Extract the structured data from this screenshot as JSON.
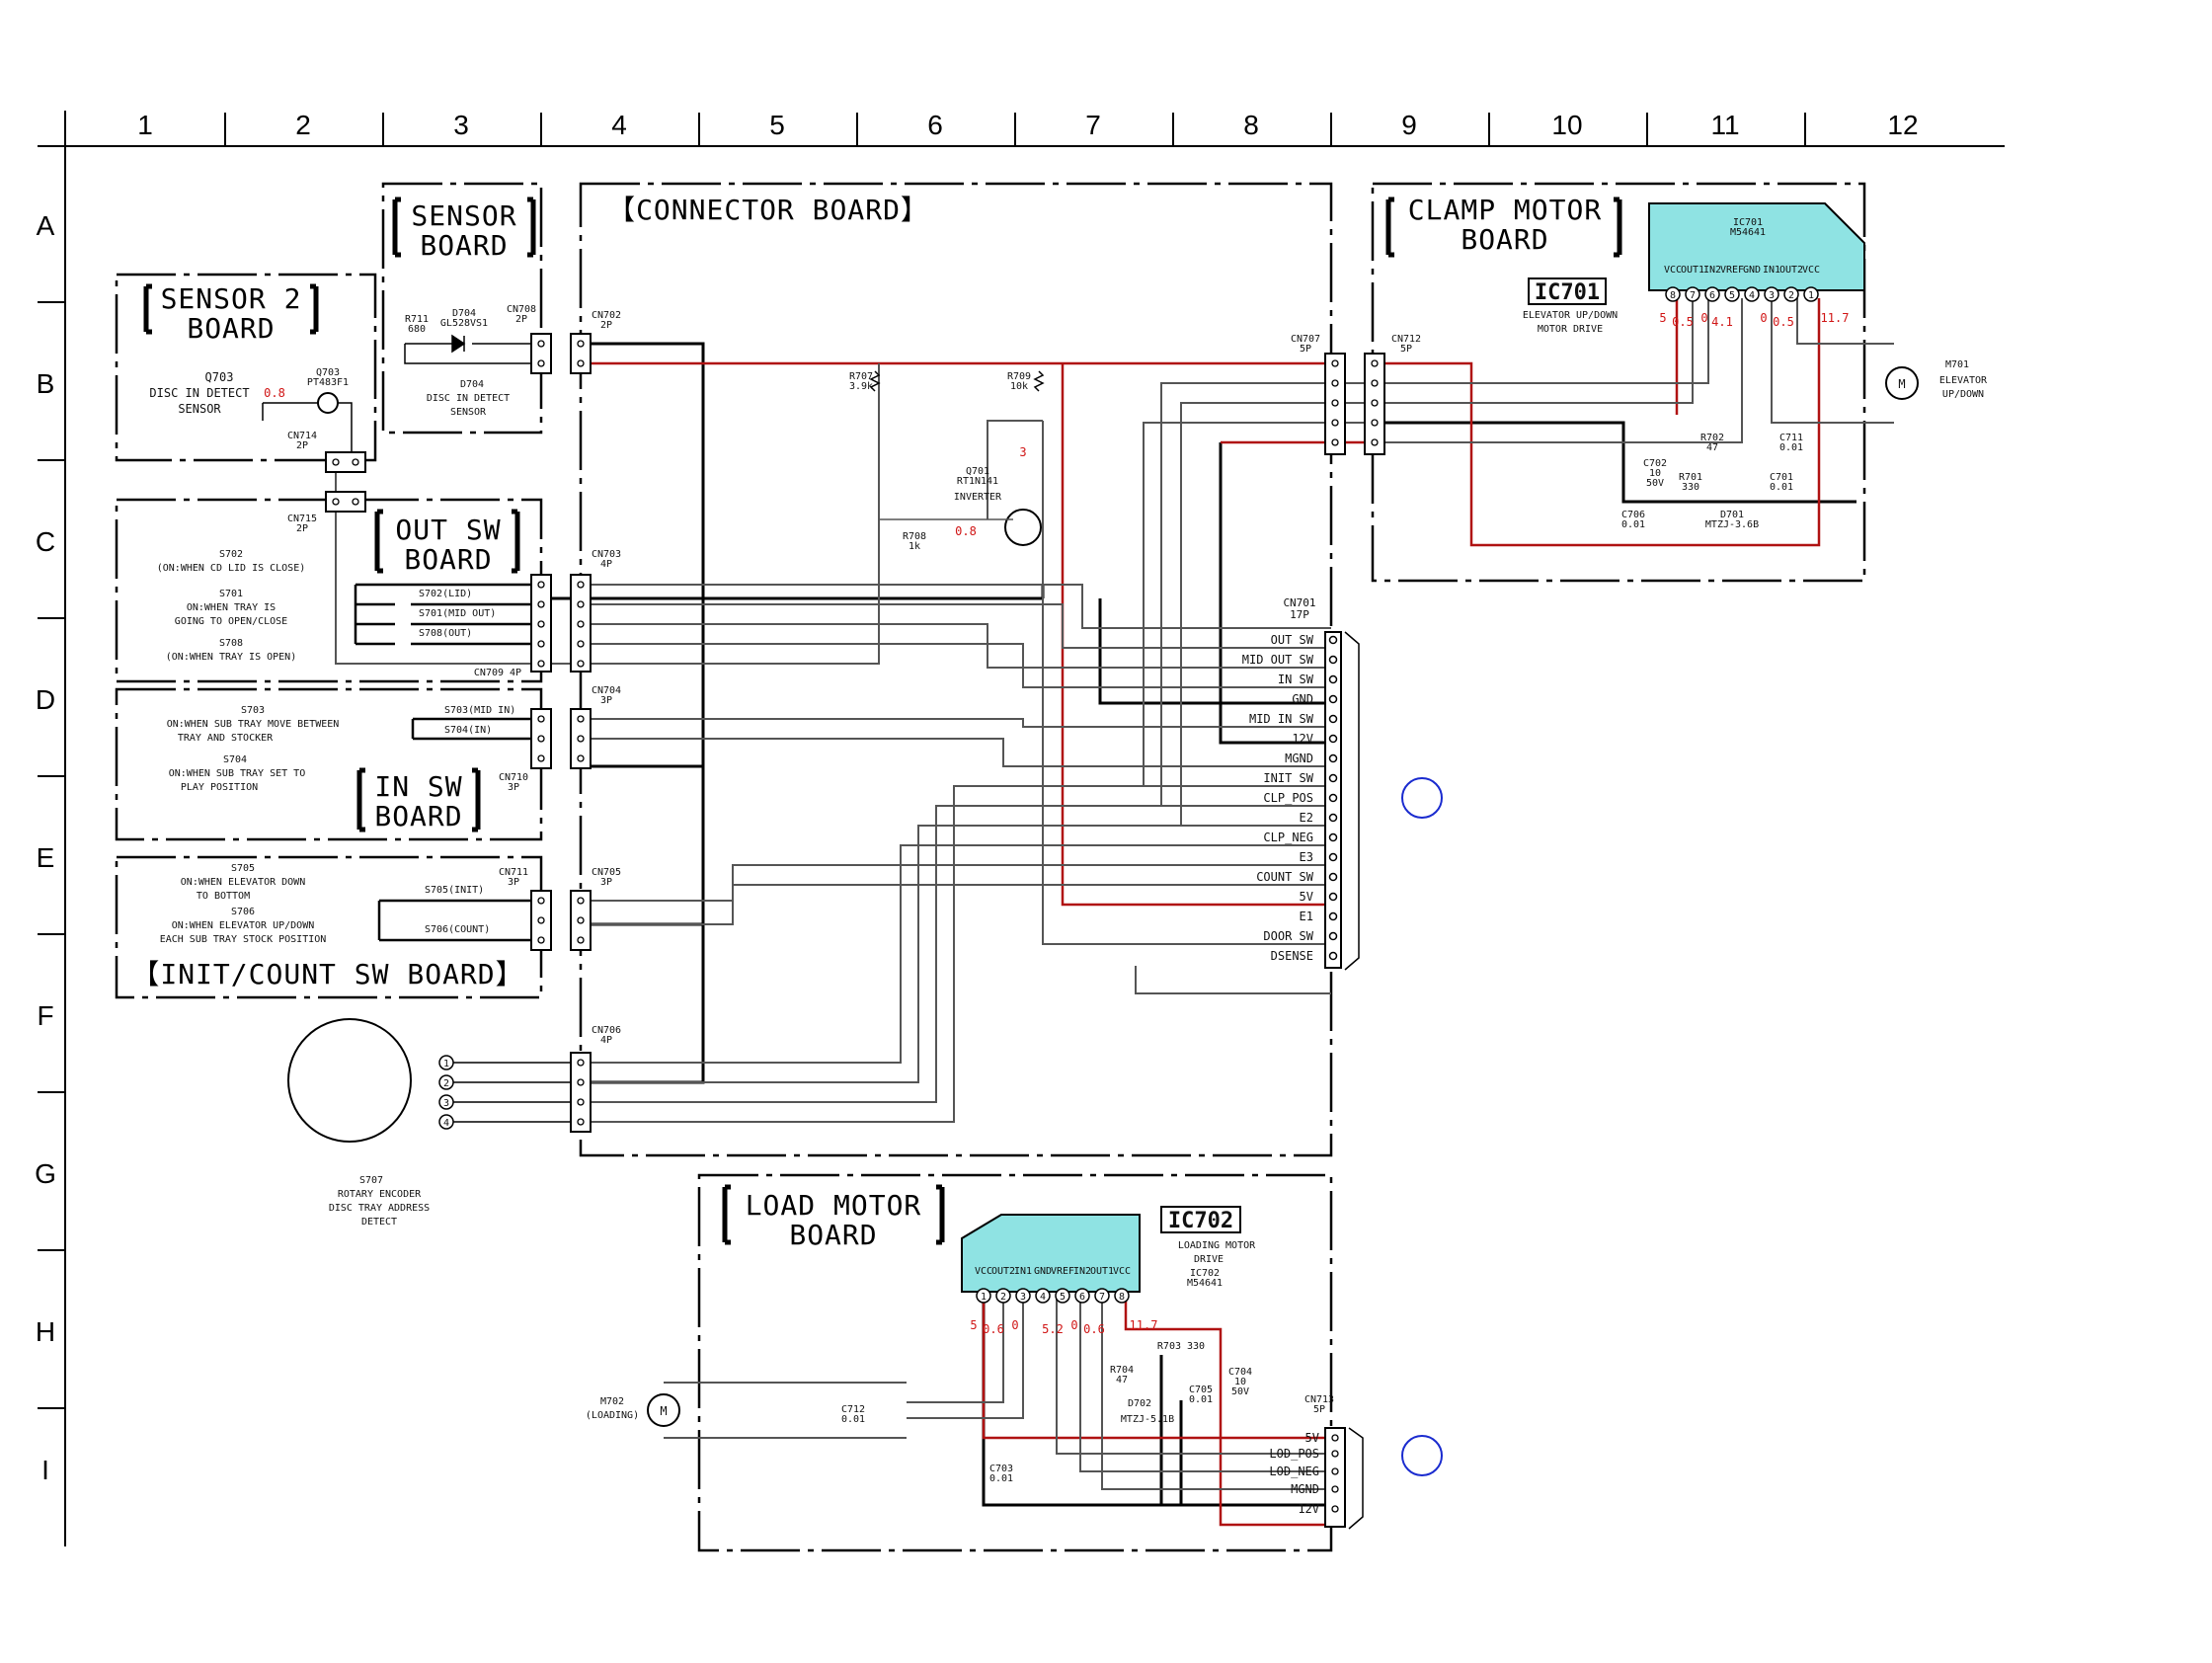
{
  "grid": {
    "columns": [
      "1",
      "2",
      "3",
      "4",
      "5",
      "6",
      "7",
      "8",
      "9",
      "10",
      "11",
      "12"
    ],
    "rows": [
      "A",
      "B",
      "C",
      "D",
      "E",
      "F",
      "G",
      "H",
      "I"
    ]
  },
  "colors": {
    "supply_line": "#b01212",
    "signal_line": "#555555",
    "ic_fill": "#8fe3e3",
    "voltage_text": "#d01515"
  },
  "boards": {
    "sensor2": "SENSOR 2 BOARD",
    "sensor": "SENSOR BOARD",
    "connector": "CONNECTOR BOARD",
    "clamp_motor": "CLAMP MOTOR BOARD",
    "out_sw": "OUT SW BOARD",
    "in_sw": "IN SW BOARD",
    "init_count": "INIT/COUNT SW BOARD",
    "load_motor": "LOAD MOTOR BOARD"
  },
  "sensor2_board": {
    "q703_ref": "Q703",
    "q703_desc_1": "DISC IN DETECT",
    "q703_desc_2": "SENSOR",
    "q703_part_ref": "Q703",
    "q703_part": "PT483F1",
    "q703_v": "0.8",
    "cn714": "CN714",
    "cn714_p": "2P"
  },
  "sensor_board": {
    "r711": "R711",
    "r711_v": "680",
    "d704": "D704",
    "d704_part": "GL528VS1",
    "cn708": "CN708",
    "cn708_p": "2P",
    "d704_desc_ref": "D704",
    "d704_desc_1": "DISC IN DETECT",
    "d704_desc_2": "SENSOR"
  },
  "connector_board": {
    "cn702": "CN702",
    "cn702_p": "2P",
    "cn703": "CN703",
    "cn703_p": "4P",
    "cn704": "CN704",
    "cn704_p": "3P",
    "cn705": "CN705",
    "cn705_p": "3P",
    "cn706": "CN706",
    "cn706_p": "4P",
    "cn707": "CN707",
    "cn707_p": "5P",
    "cn701": "CN701",
    "cn701_p": "17P",
    "r707": "R707",
    "r707_v": "3.9k",
    "r709": "R709",
    "r709_v": "10k",
    "r708": "R708",
    "r708_v": "1k",
    "q701": "Q701",
    "q701_part": "RT1N141",
    "q701_desc": "INVERTER",
    "q701_v_base": "0.8",
    "q701_v_col": "3",
    "cn701_pins": [
      "OUT SW",
      "MID OUT SW",
      "IN SW",
      "GND",
      "MID IN SW",
      "12V",
      "MGND",
      "INIT SW",
      "CLP_POS",
      "E2",
      "CLP_NEG",
      "E3",
      "COUNT SW",
      "5V",
      "E1",
      "DOOR SW",
      "DSENSE"
    ]
  },
  "clamp_board": {
    "ic_ref": "IC701",
    "ic_part": "M54641",
    "ic_box": "IC701",
    "ic_desc_1": "ELEVATOR UP/DOWN",
    "ic_desc_2": "MOTOR DRIVE",
    "ic_pins": [
      "VCC",
      "OUT1",
      "IN2",
      "VREF",
      "GND",
      "IN1",
      "OUT2",
      "VCC"
    ],
    "ic_pin_nums": [
      "8",
      "7",
      "6",
      "5",
      "4",
      "3",
      "2",
      "1"
    ],
    "voltages": [
      "5",
      "0.5",
      "0",
      "4.1",
      "0",
      "0.5",
      "11.7"
    ],
    "cn712": "CN712",
    "cn712_p": "5P",
    "m701": "M701",
    "m701_desc_1": "ELEVATOR",
    "m701_desc_2": "UP/DOWN",
    "c702": "C702",
    "c702_v1": "10",
    "c702_v2": "50V",
    "r702": "R702",
    "r702_v": "47",
    "r701": "R701",
    "r701_v": "330",
    "c711": "C711",
    "c711_v": "0.01",
    "c701": "C701",
    "c701_v": "0.01",
    "c706": "C706",
    "c706_v": "0.01",
    "d701": "D701",
    "d701_part": "MTZJ-3.6B"
  },
  "out_sw_board": {
    "cn715": "CN715",
    "cn715_p": "2P",
    "s702": "S702",
    "s702_desc": "(ON:WHEN CD LID IS CLOSE)",
    "s701": "S701",
    "s701_desc_1": "ON:WHEN TRAY IS",
    "s701_desc_2": "GOING TO OPEN/CLOSE",
    "s708": "S708",
    "s708_desc": "(ON:WHEN TRAY IS OPEN)",
    "sw1": "S702(LID)",
    "sw2": "S701(MID OUT)",
    "sw3": "S708(OUT)",
    "cn709": "CN709 4P"
  },
  "in_sw_board": {
    "s703": "S703",
    "s703_desc_1": "ON:WHEN SUB TRAY MOVE BETWEEN",
    "s703_desc_2": "TRAY AND STOCKER",
    "s704": "S704",
    "s704_desc_1": "ON:WHEN SUB TRAY SET TO",
    "s704_desc_2": "PLAY POSITION",
    "sw1": "S703(MID IN)",
    "sw2": "S704(IN)",
    "cn710": "CN710",
    "cn710_p": "3P"
  },
  "init_board": {
    "s705": "S705",
    "s705_desc_1": "ON:WHEN ELEVATOR DOWN",
    "s705_desc_2": "TO BOTTOM",
    "s706": "S706",
    "s706_desc_1": "ON:WHEN ELEVATOR UP/DOWN",
    "s706_desc_2": "EACH SUB TRAY STOCK POSITION",
    "sw1": "S705(INIT)",
    "sw2": "S706(COUNT)",
    "cn711": "CN711",
    "cn711_p": "3P"
  },
  "encoder": {
    "ref": "S707",
    "desc_1": "ROTARY ENCODER",
    "desc_2": "DISC TRAY ADDRESS",
    "desc_3": "DETECT",
    "pins": [
      "1",
      "2",
      "3",
      "4"
    ]
  },
  "load_board": {
    "ic_box": "IC702",
    "ic_desc_1": "LOADING MOTOR",
    "ic_desc_2": "DRIVE",
    "ic_ref": "IC702",
    "ic_part": "M54641",
    "ic_pins": [
      "VCC",
      "OUT2",
      "IN1",
      "GND",
      "VREF",
      "IN2",
      "OUT1",
      "VCC"
    ],
    "ic_pin_nums": [
      "1",
      "2",
      "3",
      "4",
      "5",
      "6",
      "7",
      "8"
    ],
    "voltages": [
      "5",
      "0.6",
      "0",
      "5.2",
      "0",
      "0.6",
      "11.7"
    ],
    "r703": "R703 330",
    "r704": "R704",
    "r704_v": "47",
    "d702": "D702",
    "d702_part": "MTZJ-5.1B",
    "c704": "C704",
    "c704_v1": "10",
    "c704_v2": "50V",
    "c705": "C705",
    "c705_v": "0.01",
    "c712": "C712",
    "c712_v": "0.01",
    "c703": "C703",
    "c703_v": "0.01",
    "m702": "M702",
    "m702_desc": "(LOADING)",
    "cn713": "CN713",
    "cn713_p": "5P",
    "cn713_pins": [
      "5V",
      "LOD_POS",
      "LOD_NEG",
      "MGND",
      "12V"
    ]
  }
}
